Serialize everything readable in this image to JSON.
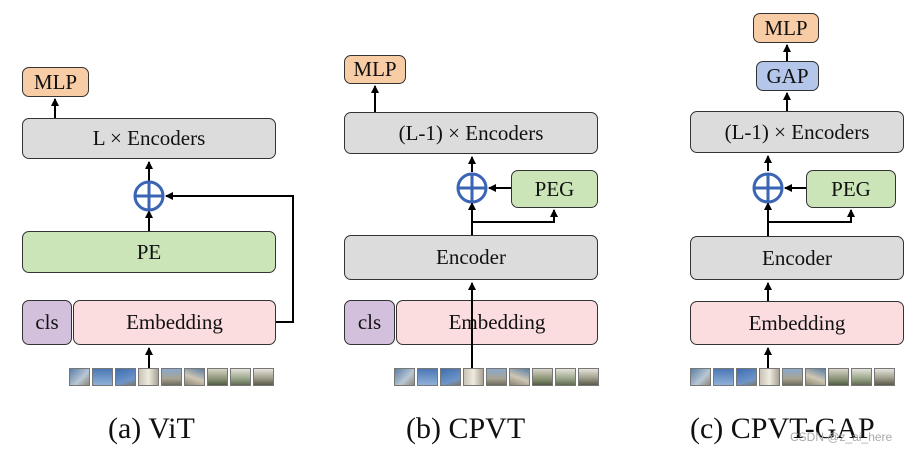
{
  "panels": {
    "vit": {
      "caption": "(a)  ViT",
      "mlp": "MLP",
      "encoders": "L × Encoders",
      "pe": "PE",
      "cls": "cls",
      "embedding": "Embedding"
    },
    "cpvt": {
      "caption": "(b)  CPVT",
      "mlp": "MLP",
      "encoders": "(L-1) × Encoders",
      "peg": "PEG",
      "encoder": "Encoder",
      "cls": "cls",
      "embedding": "Embedding"
    },
    "cpvt_gap": {
      "caption": "(c)  CPVT-GAP",
      "mlp": "MLP",
      "gap": "GAP",
      "encoders": "(L-1) × Encoders",
      "peg": "PEG",
      "encoder": "Encoder",
      "embedding": "Embedding"
    }
  },
  "watermark": "CSDN @z_ai_here",
  "colors": {
    "mlp": "#f8cda6",
    "encoder": "#dcdcdc",
    "pe": "#cbe5b9",
    "embedding": "#fbdde0",
    "cls": "#d2c0dc",
    "gap": "#b4c6ea",
    "plus": "#3a64b4"
  },
  "icons": [
    "plus-circle-icon",
    "image-patch-thumbnail"
  ]
}
